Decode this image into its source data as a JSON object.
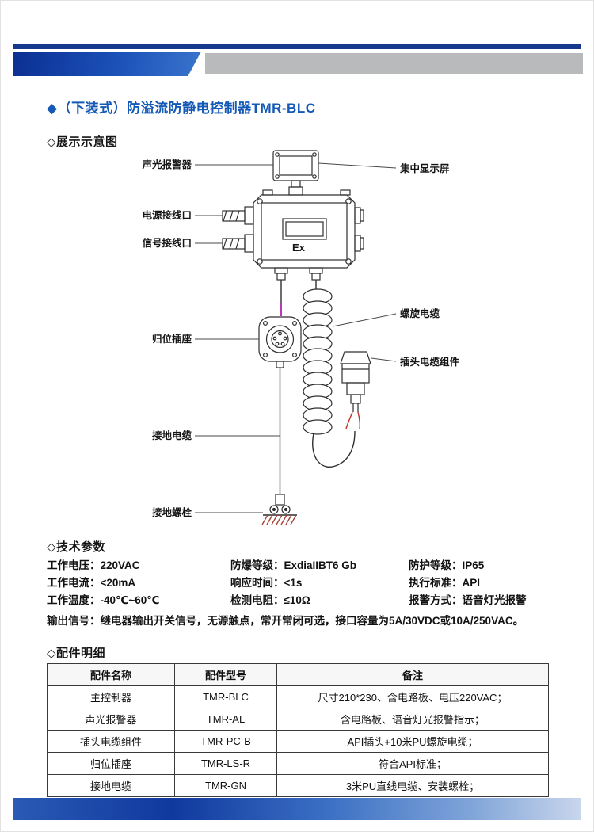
{
  "title": "◆（下装式）防溢流防静电控制器TMR-BLC",
  "sections": {
    "diagram_heading": "◇展示示意图",
    "specs_heading": "◇技术参数",
    "parts_heading": "◇配件明细"
  },
  "diagram": {
    "device_marking": "Ex",
    "labels": {
      "alarm": "声光报警器",
      "display": "集中显示屏",
      "power_port": "电源接线口",
      "signal_port": "信号接线口",
      "return_socket": "归位插座",
      "spiral_cable": "螺旋电缆",
      "plug_assembly": "插头电缆组件",
      "ground_cable": "接地电缆",
      "ground_bolt": "接地螺栓"
    }
  },
  "specs": {
    "items": [
      {
        "label": "工作电压：",
        "value": "220VAC"
      },
      {
        "label": "工作电流：",
        "value": "<20mA"
      },
      {
        "label": "工作温度：",
        "value": "-40℃~60℃"
      },
      {
        "label": "防爆等级：",
        "value": "ExdiaIIBT6 Gb"
      },
      {
        "label": "响应时间：",
        "value": "<1s"
      },
      {
        "label": "检测电阻：",
        "value": "≤10Ω"
      },
      {
        "label": "防护等级：",
        "value": "IP65"
      },
      {
        "label": "执行标准：",
        "value": "API"
      },
      {
        "label": "报警方式：",
        "value": "语音灯光报警"
      }
    ],
    "output_line": "输出信号：继电器输出开关信号，无源触点，常开常闭可选，接口容量为5A/30VDC或10A/250VAC。"
  },
  "parts_table": {
    "headers": [
      "配件名称",
      "配件型号",
      "备注"
    ],
    "rows": [
      {
        "name": "主控制器",
        "model": "TMR-BLC",
        "note": "尺寸210*230、含电路板、电压220VAC；"
      },
      {
        "name": "声光报警器",
        "model": "TMR-AL",
        "note": "含电路板、语音灯光报警指示；"
      },
      {
        "name": "插头电缆组件",
        "model": "TMR-PC-B",
        "note": "API插头+10米PU螺旋电缆；"
      },
      {
        "name": "归位插座",
        "model": "TMR-LS-R",
        "note": "符合API标准；"
      },
      {
        "name": "接地电缆",
        "model": "TMR-GN",
        "note": "3米PU直线电缆、安装螺栓；"
      }
    ]
  },
  "colors": {
    "accent_blue": "#1459b6",
    "header_navy": "#16398f",
    "header_band_gray": "#b8babc",
    "magenta_wire": "#b63ab6",
    "red_wire": "#c23327",
    "ground_hatch_red": "#a23b2e"
  }
}
